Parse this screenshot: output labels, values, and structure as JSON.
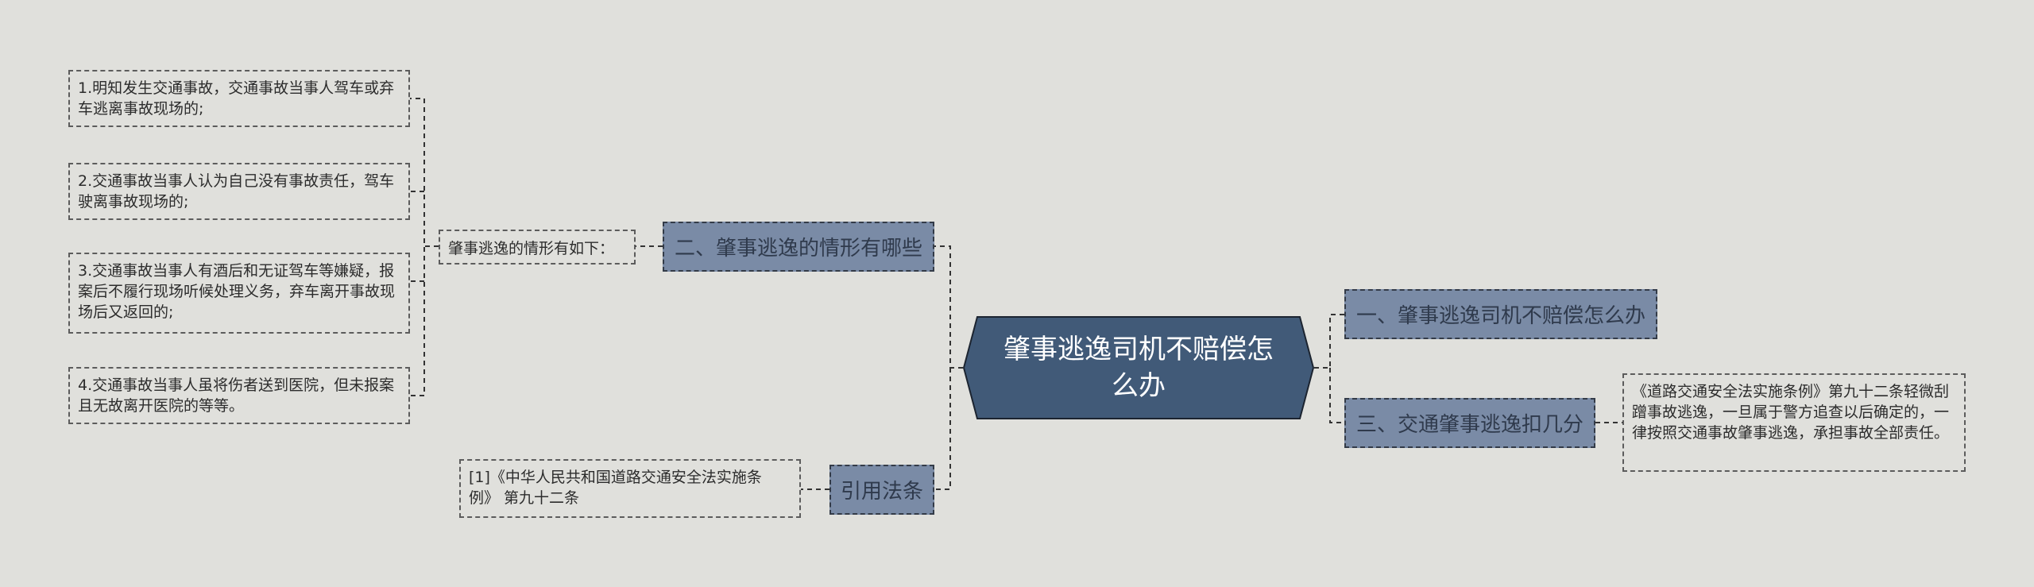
{
  "root": {
    "label": "肇事逃逸司机不赔偿怎么办"
  },
  "branches": {
    "b1": "一、肇事逃逸司机不赔偿怎么办",
    "b2": "二、肇事逃逸的情形有哪些",
    "b3": "三、交通肇事逃逸扣几分",
    "b4": "引用法条"
  },
  "details": {
    "situations_intro": "肇事逃逸的情形有如下：",
    "situation_1": "1.明知发生交通事故，交通事故当事人驾车或弃车逃离事故现场的;",
    "situation_2": "2.交通事故当事人认为自己没有事故责任，驾车驶离事故现场的;",
    "situation_3": "3.交通事故当事人有酒后和无证驾车等嫌疑，报案后不履行现场听候处理义务，弃车离开事故现场后又返回的;",
    "situation_4": "4.交通事故当事人虽将伤者送到医院，但未报案且无故离开医院的等等。",
    "regulation": "《道路交通安全法实施条例》第九十二条轻微刮蹭事故逃逸，一旦属于警方追查以后确定的，一律按照交通事故肇事逃逸，承担事故全部责任。",
    "citation": "[1]《中华人民共和国道路交通安全法实施条例》 第九十二条"
  },
  "colors": {
    "background": "#e0e0dc",
    "root_fill": "#415a78",
    "branch_fill": "#7a8ba6",
    "line": "#333333"
  }
}
